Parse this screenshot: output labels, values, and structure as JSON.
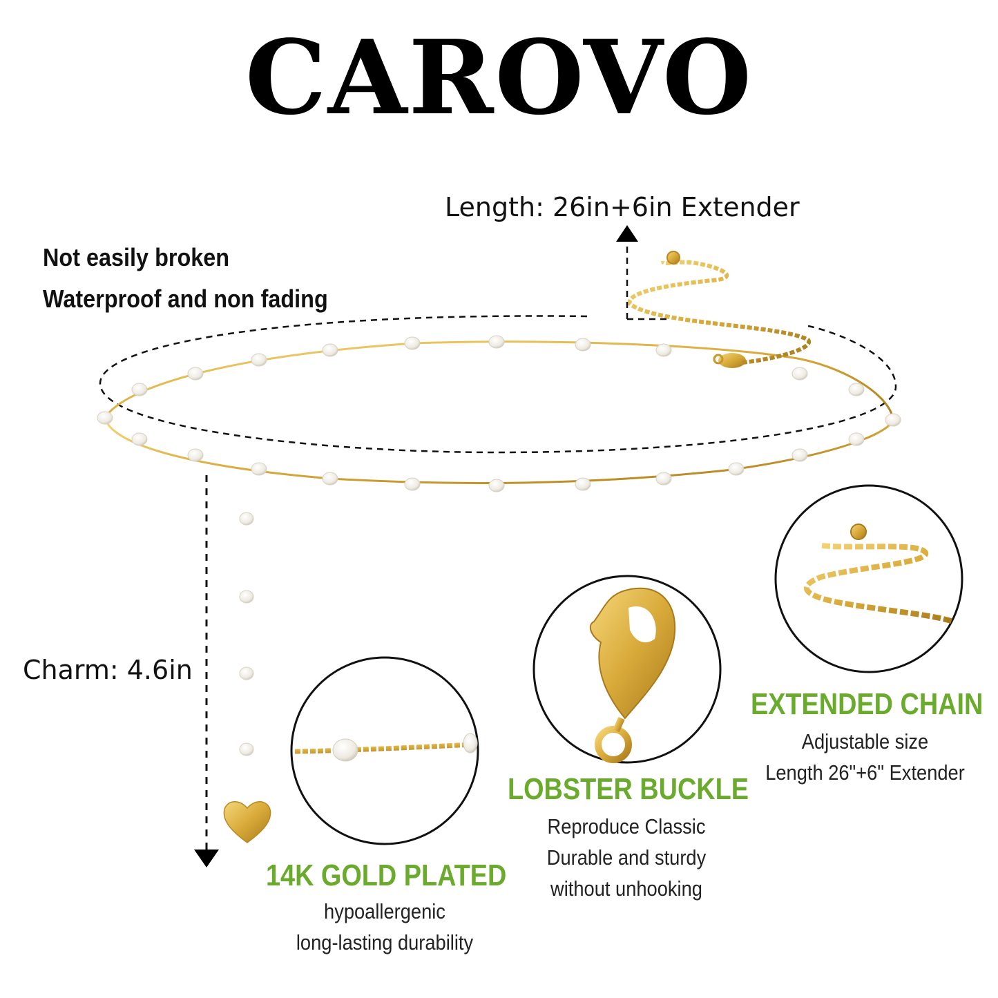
{
  "brand": "CAROVO",
  "measurements": {
    "length": "Length: 26in+6in Extender",
    "charm": "Charm: 4.6in"
  },
  "claims": [
    "Not easily broken",
    "Waterproof and non fading"
  ],
  "features": [
    {
      "title": "14K GOLD PLATED",
      "lines": [
        "hypoallergenic",
        "long-lasting durability"
      ]
    },
    {
      "title": "LOBSTER BUCKLE",
      "lines": [
        "Reproduce Classic",
        "Durable and sturdy",
        "without unhooking"
      ]
    },
    {
      "title": "EXTENDED CHAIN",
      "lines": [
        "Adjustable size",
        "Length 26\"+6\" Extender"
      ]
    }
  ],
  "colors": {
    "accent": "#6aab2e",
    "gold": "#d9aa3a",
    "pearl": "#f4f1ea",
    "ink": "#111111"
  },
  "icons": [
    "heart-charm-icon",
    "lobster-clasp-icon",
    "extender-chain-icon",
    "arrow-up-icon",
    "arrow-down-icon"
  ]
}
